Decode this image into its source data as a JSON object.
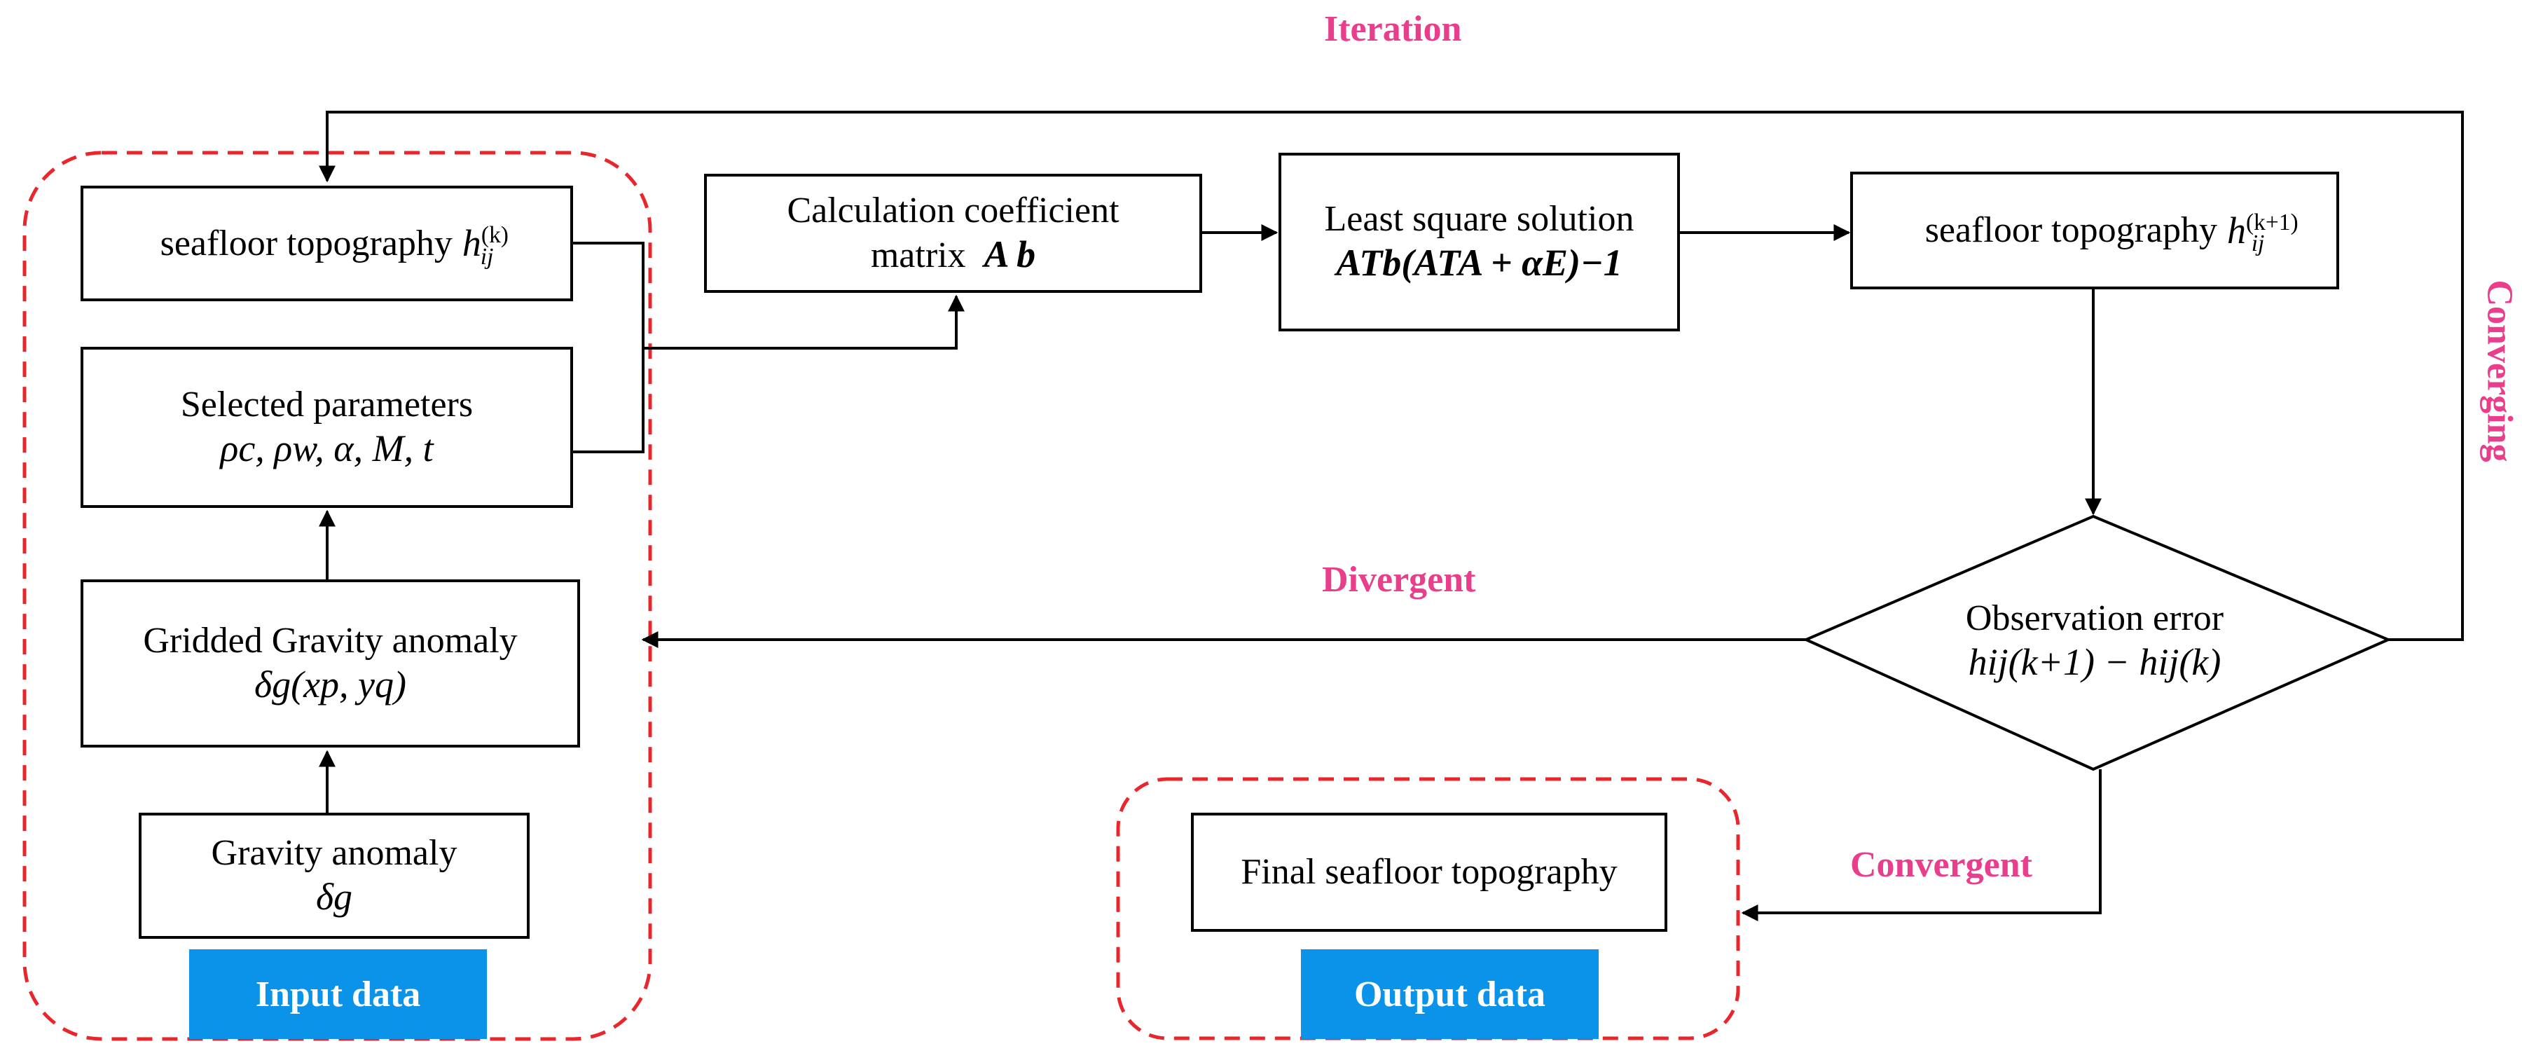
{
  "labels": {
    "iteration": "Iteration",
    "converging": "Converging",
    "divergent": "Divergent",
    "convergent": "Convergent"
  },
  "nodes": {
    "seafloor_k": {
      "text": "seafloor topography",
      "math_base": "h",
      "math_sup": "(k)",
      "math_sub": "ij"
    },
    "selected_params": {
      "text": "Selected parameters",
      "math": "ρc, ρw, α, M, t"
    },
    "gridded_gravity": {
      "text": "Gridded Gravity anomaly",
      "math": "δg(xp, yq)"
    },
    "gravity_anomaly": {
      "text": "Gravity anomaly",
      "math": "δg"
    },
    "calc_coeff": {
      "text1": "Calculation coefficient",
      "text2": "matrix",
      "math": "A b"
    },
    "least_square": {
      "text": "Least square solution",
      "math": "ATb(ATA + αE)−1"
    },
    "seafloor_k1": {
      "text": "seafloor topography",
      "math_base": "h",
      "math_sup": "(k+1)",
      "math_sub": "ij"
    },
    "observation_error": {
      "text": "Observation error",
      "math": "hij(k+1) − hij(k)"
    },
    "final_topo": {
      "text": "Final seafloor topography"
    }
  },
  "groups": {
    "input": "Input data",
    "output": "Output data"
  },
  "colors": {
    "label_pink": "#e83e8c",
    "group_border_red": "#e8262b",
    "badge_blue": "#0a93e8"
  }
}
